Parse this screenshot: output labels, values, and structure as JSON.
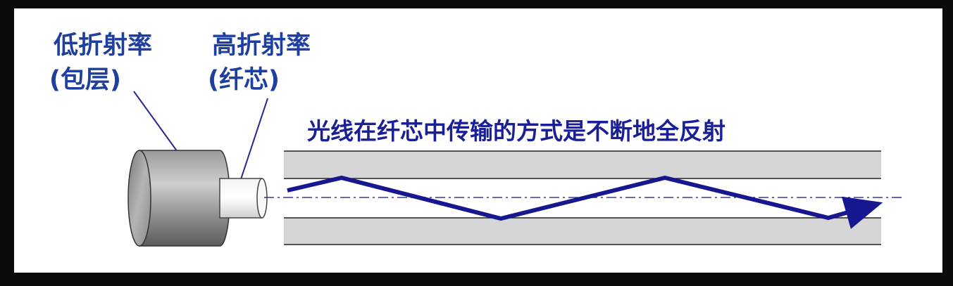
{
  "labels": {
    "cladding_line1": "低折射率",
    "cladding_line2": "(包层)",
    "core_line1": "高折射率",
    "core_line2": "(纤芯)"
  },
  "caption": "光线在纤芯中传输的方式是不断地全反射",
  "colors": {
    "label_text": "#1f3f9e",
    "caption_text": "#1b1f96",
    "ray": "#17178f",
    "cladding_band": "#d6d6d6",
    "leader_line": "#2a2a8c"
  }
}
